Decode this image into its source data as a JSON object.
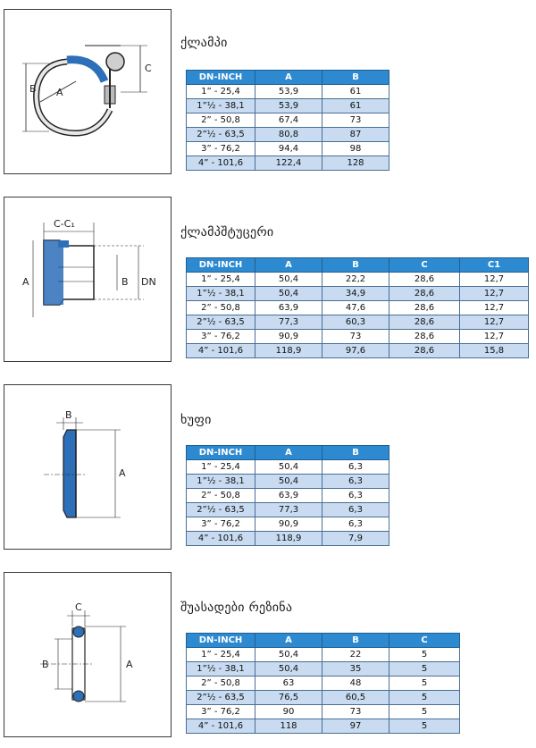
{
  "sections": [
    {
      "title": "ქლამპი",
      "headers": [
        "DN-INCH",
        "A",
        "B"
      ],
      "rows": [
        [
          "1” - 25,4",
          "53,9",
          "61"
        ],
        [
          "1”½ - 38,1",
          "53,9",
          "61"
        ],
        [
          "2” - 50,8",
          "67,4",
          "73"
        ],
        [
          "2”½ - 63,5",
          "80,8",
          "87"
        ],
        [
          "3” - 76,2",
          "94,4",
          "98"
        ],
        [
          "4” - 101,6",
          "122,4",
          "128"
        ]
      ],
      "diagram_labels": [
        "A",
        "B",
        "C"
      ]
    },
    {
      "title": "ქლამპშტუცერი",
      "headers": [
        "DN-INCH",
        "A",
        "B",
        "C",
        "C1"
      ],
      "rows": [
        [
          "1” - 25,4",
          "50,4",
          "22,2",
          "28,6",
          "12,7"
        ],
        [
          "1”½ - 38,1",
          "50,4",
          "34,9",
          "28,6",
          "12,7"
        ],
        [
          "2” - 50,8",
          "63,9",
          "47,6",
          "28,6",
          "12,7"
        ],
        [
          "2”½ - 63,5",
          "77,3",
          "60,3",
          "28,6",
          "12,7"
        ],
        [
          "3” - 76,2",
          "90,9",
          "73",
          "28,6",
          "12,7"
        ],
        [
          "4” - 101,6",
          "118,9",
          "97,6",
          "28,6",
          "15,8"
        ]
      ],
      "diagram_labels": [
        "C-C₁",
        "A",
        "B",
        "DN"
      ]
    },
    {
      "title": "ხუფი",
      "headers": [
        "DN-INCH",
        "A",
        "B"
      ],
      "rows": [
        [
          "1” - 25,4",
          "50,4",
          "6,3"
        ],
        [
          "1”½ - 38,1",
          "50,4",
          "6,3"
        ],
        [
          "2” - 50,8",
          "63,9",
          "6,3"
        ],
        [
          "2”½ - 63,5",
          "77,3",
          "6,3"
        ],
        [
          "3” - 76,2",
          "90,9",
          "6,3"
        ],
        [
          "4” - 101,6",
          "118,9",
          "7,9"
        ]
      ],
      "diagram_labels": [
        "B",
        "A"
      ]
    },
    {
      "title": "შუასადები რეზინა",
      "headers": [
        "DN-INCH",
        "A",
        "B",
        "C"
      ],
      "rows": [
        [
          "1” - 25,4",
          "50,4",
          "22",
          "5"
        ],
        [
          "1”½ - 38,1",
          "50,4",
          "35",
          "5"
        ],
        [
          "2” - 50,8",
          "63",
          "48",
          "5"
        ],
        [
          "2”½ - 63,5",
          "76,5",
          "60,5",
          "5"
        ],
        [
          "3” - 76,2",
          "90",
          "73",
          "5"
        ],
        [
          "4” - 101,6",
          "118",
          "97",
          "5"
        ]
      ],
      "diagram_labels": [
        "C",
        "B",
        "A"
      ]
    }
  ]
}
